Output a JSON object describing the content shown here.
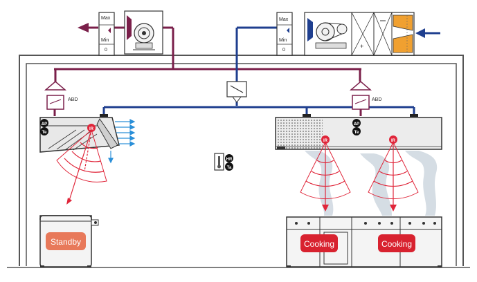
{
  "colors": {
    "exhaust_duct": "#7a1f4a",
    "supply_duct": "#1f3f8f",
    "ir_beam": "#e0263a",
    "status_standby": "#e8795a",
    "status_cooking": "#d8222f",
    "structure": "#555555",
    "air_jet": "#2a8fd8",
    "steam": "#c8d2dc"
  },
  "exhaust_fan": {
    "damper_max": "Max",
    "damper_min": "Min",
    "damper_zero": "0"
  },
  "supply_unit": {
    "damper_max": "Max",
    "damper_min": "Min",
    "damper_zero": "0"
  },
  "dampers": {
    "left_label": "ABD",
    "right_label": "ABD"
  },
  "left_hood": {
    "sensor_dp": "ΔP",
    "sensor_te": "Te",
    "sensor_ir": "IR"
  },
  "right_hood": {
    "sensor_dp": "ΔP",
    "sensor_te": "Te",
    "sensor_ir_1": "IR",
    "sensor_ir_2": "IR"
  },
  "room_sensor": {
    "hr": "HR",
    "ta": "Ta"
  },
  "appliances": {
    "left_status": "Standby",
    "right_status_1": "Cooking",
    "right_status_2": "Cooking"
  }
}
